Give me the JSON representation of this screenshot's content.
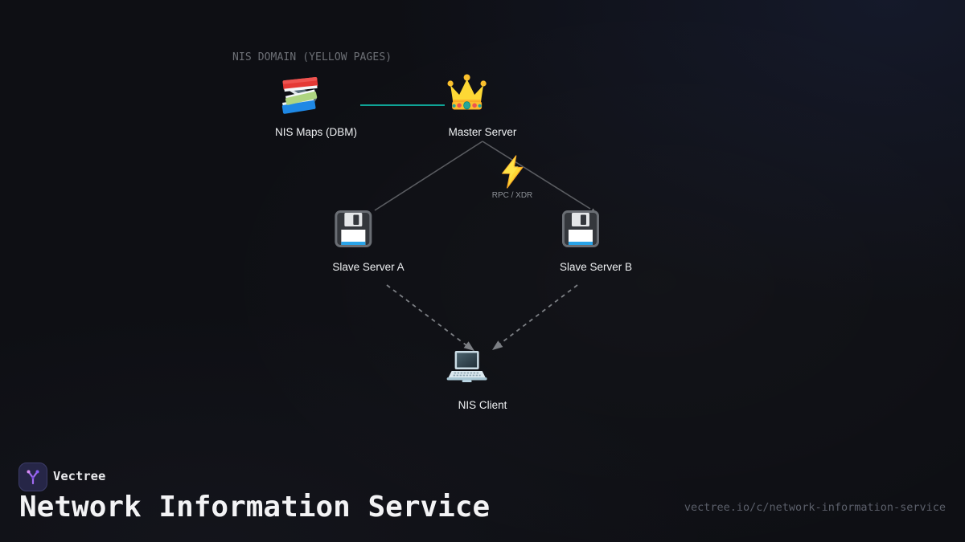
{
  "diagram": {
    "domain_label": "NIS DOMAIN (YELLOW PAGES)",
    "edge_label": "RPC / XDR",
    "edge_label_icon": "lightning-icon",
    "nodes": [
      {
        "id": "nis-maps",
        "label": "NIS Maps (DBM)",
        "icon": "books-icon"
      },
      {
        "id": "master-server",
        "label": "Master Server",
        "icon": "crown-icon"
      },
      {
        "id": "slave-server-a",
        "label": "Slave Server A",
        "icon": "floppy-disk-icon"
      },
      {
        "id": "slave-server-b",
        "label": "Slave Server B",
        "icon": "floppy-disk-icon"
      },
      {
        "id": "nis-client",
        "label": "NIS Client",
        "icon": "laptop-icon"
      }
    ],
    "links": {
      "maps_to_master": {
        "style": "solid",
        "color": "#0fa396"
      },
      "master_to_slaves": {
        "style": "solid",
        "color": "#5a5c61"
      },
      "slaves_to_client": {
        "style": "dashed",
        "color": "#7c7f84"
      }
    },
    "colors": {
      "label_text": "#eef0f2",
      "domain_text": "#6d7076",
      "edge_label_text": "#8d9197",
      "background": "#0e0f14"
    }
  },
  "footer": {
    "brand": "Vectree",
    "logo_icon": "vectree-logo",
    "title": "Network Information Service",
    "url": "vectree.io/c/network-information-service",
    "accent": "#a06bf0"
  }
}
